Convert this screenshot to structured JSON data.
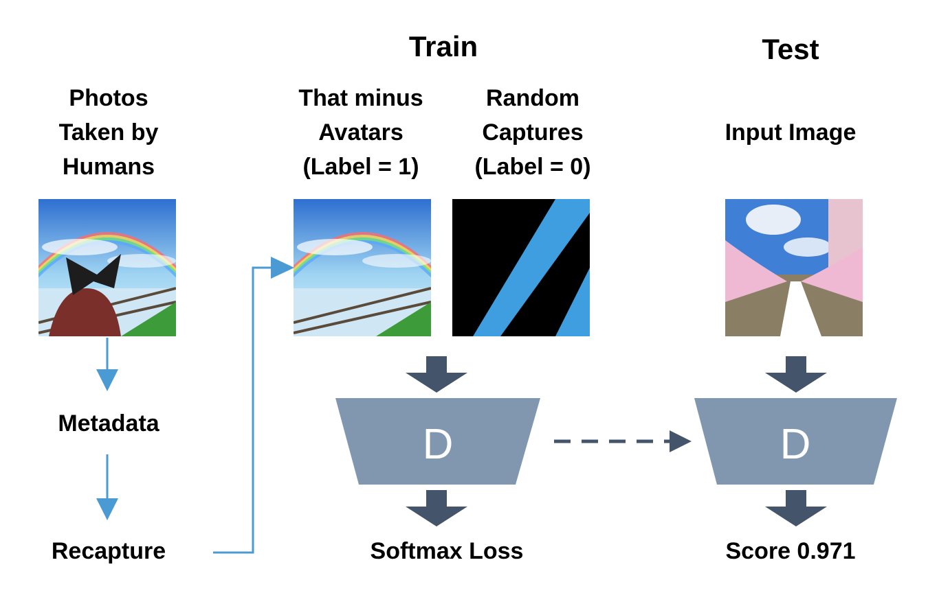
{
  "headers": {
    "train": "Train",
    "test": "Test"
  },
  "left_column": {
    "photos_line1": "Photos",
    "photos_line2": "Taken by",
    "photos_line3": "Humans",
    "metadata": "Metadata",
    "recapture": "Recapture"
  },
  "train_column": {
    "positive_line1": "That minus",
    "positive_line2": "Avatars",
    "positive_line3": "(Label = 1)",
    "negative_line1": "Random",
    "negative_line2": "Captures",
    "negative_line3": "(Label = 0)",
    "discriminator": "D",
    "loss": "Softmax Loss"
  },
  "test_column": {
    "input": "Input Image",
    "discriminator": "D",
    "score": "Score 0.971"
  },
  "colors": {
    "flow_arrow": "#4a9ad4",
    "block_arrow": "#44556b",
    "discriminator_fill": "#8197b0"
  }
}
